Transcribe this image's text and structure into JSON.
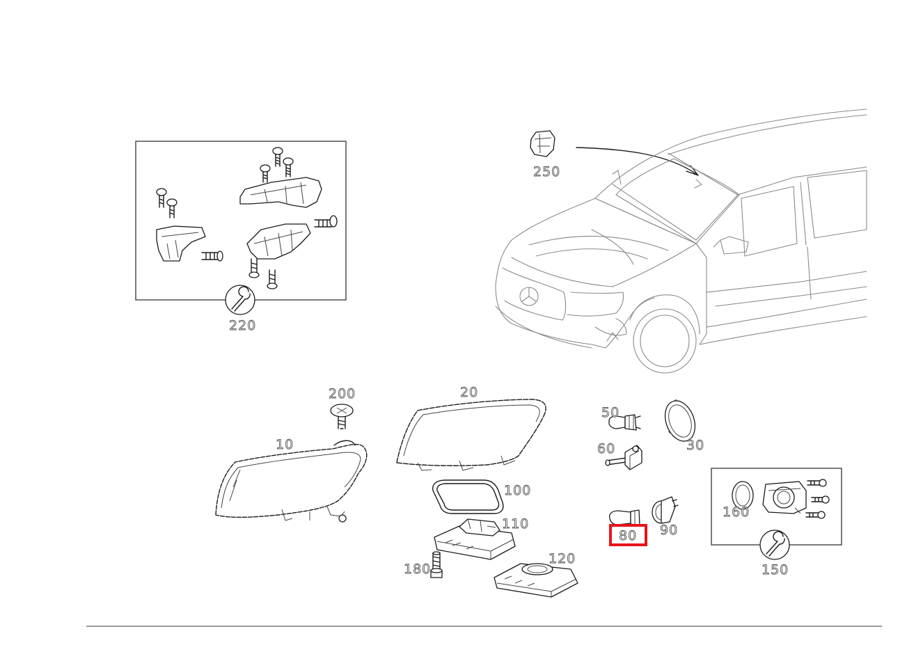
{
  "diagram": {
    "highlight_color": "#e8131b",
    "highlighted_part": "80",
    "callouts": {
      "c10": "10",
      "c20": "20",
      "c30": "30",
      "c50": "50",
      "c60": "60",
      "c80": "80",
      "c90": "90",
      "c100": "100",
      "c110": "110",
      "c120": "120",
      "c150": "150",
      "c160": "160",
      "c180": "180",
      "c200": "200",
      "c220": "220",
      "c250": "250"
    },
    "icons": {
      "kit_220": "wrench-icon",
      "kit_150": "wrench-icon"
    }
  }
}
